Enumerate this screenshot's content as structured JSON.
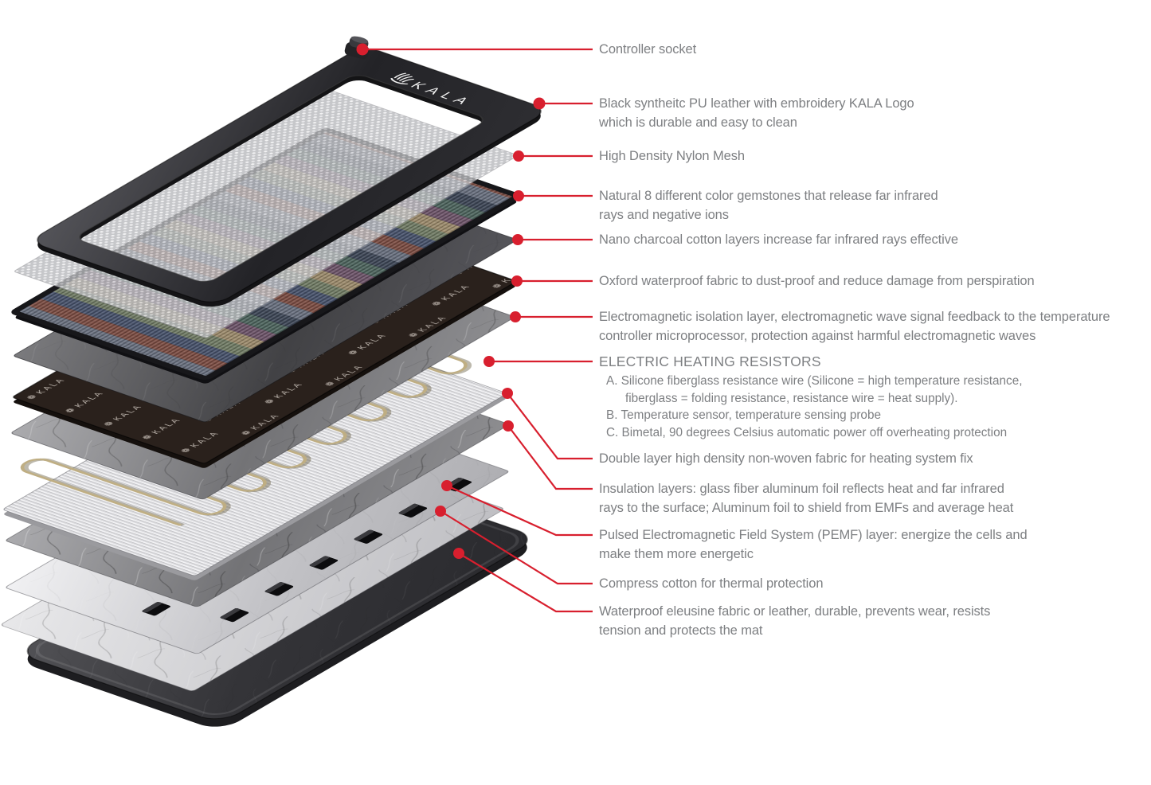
{
  "colors": {
    "background": "#ffffff",
    "accent_red": "#d81f2e",
    "label_text": "#7d7f82",
    "frame_dark": "#232327",
    "wire_gold": "#bfae83"
  },
  "brand": {
    "name": "KALA",
    "flower_glyph": "❁"
  },
  "callouts": [
    {
      "id": "controller-socket",
      "text": "Controller socket"
    },
    {
      "id": "pu-leather",
      "text": "Black syntheitc PU leather with embroidery KALA Logo\nwhich is durable and easy to clean"
    },
    {
      "id": "nylon-mesh",
      "text": "High Density Nylon Mesh"
    },
    {
      "id": "gemstones",
      "text": "Natural 8 different color gemstones that release far infrared\nrays and negative ions"
    },
    {
      "id": "nano-charcoal",
      "text": "Nano charcoal cotton layers increase far infrared rays effective"
    },
    {
      "id": "oxford",
      "text": "Oxford waterproof fabric to dust-proof and reduce damage from perspiration"
    },
    {
      "id": "em-isolation",
      "text": "Electromagnetic isolation layer, electromagnetic wave signal feedback to the temperature\ncontroller microprocessor, protection against harmful electromagnetic waves"
    },
    {
      "id": "heating-resistors",
      "text": "ELECTRIC HEATING RESISTORS"
    },
    {
      "id": "non-woven",
      "text": "Double layer high density non-woven fabric for heating system fix"
    },
    {
      "id": "insulation",
      "text": "Insulation layers: glass fiber aluminum foil reflects heat and far infrared\nrays to the surface; Aluminum foil to shield from EMFs and average heat"
    },
    {
      "id": "pemf",
      "text": "Pulsed Electromagnetic Field System (PEMF) layer: energize the cells and\nmake them more energetic"
    },
    {
      "id": "compress-cotton",
      "text": "Compress cotton for thermal protection"
    },
    {
      "id": "waterproof",
      "text": "Waterproof eleusine fabric or leather, durable, prevents wear, resists\ntension and protects the mat"
    }
  ],
  "heating_sublist": [
    {
      "prefix": "A. ",
      "text": "Silicone fiberglass resistance wire (Silicone = high temperature resistance,\nfiberglass = folding resistance, resistance wire = heat supply)."
    },
    {
      "prefix": "B. ",
      "text": "Temperature sensor, temperature sensing probe"
    },
    {
      "prefix": "C. ",
      "text": "Bimetal, 90 degrees Celsius automatic power off overheating protection"
    }
  ]
}
